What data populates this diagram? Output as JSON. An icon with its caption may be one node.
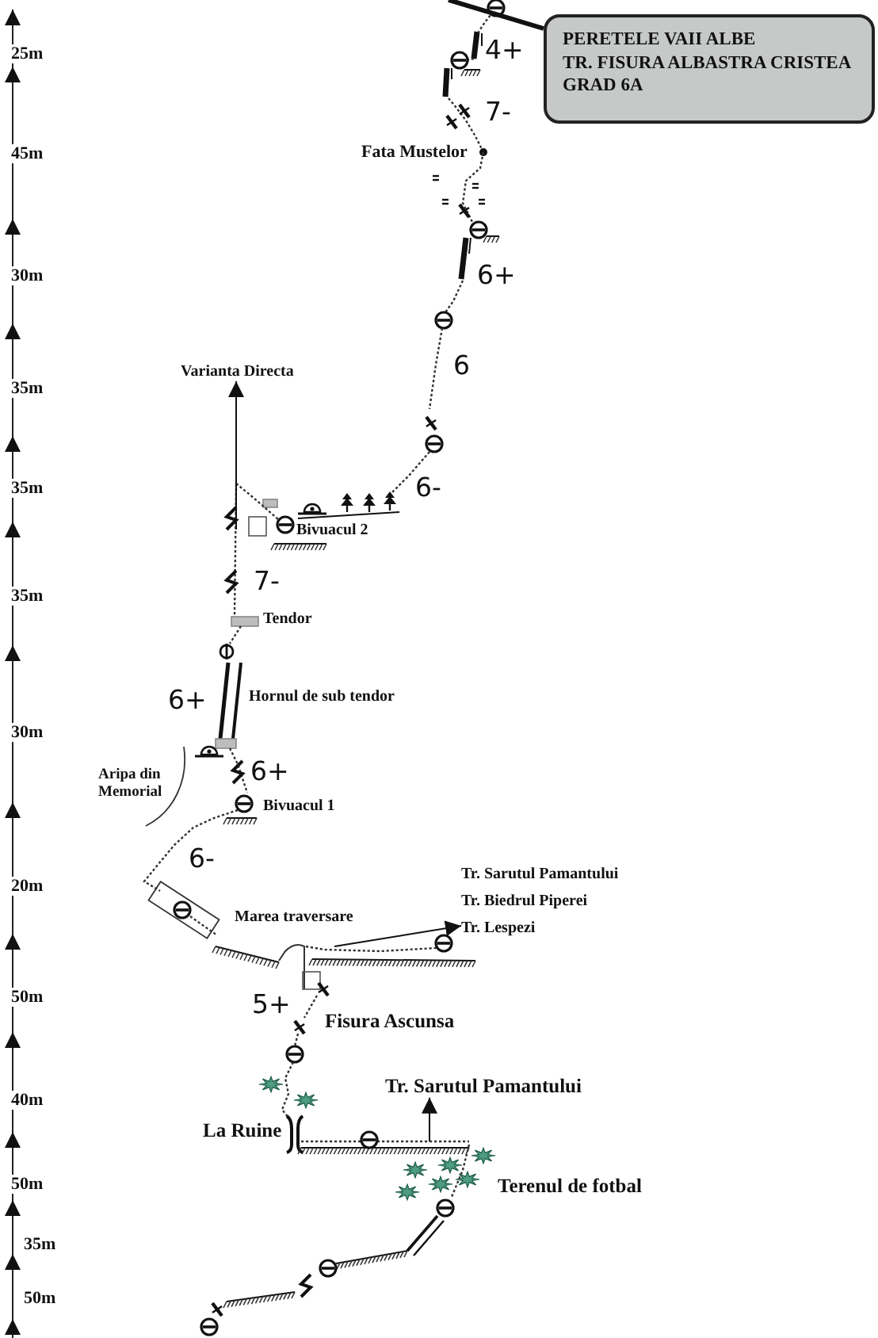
{
  "diagram": {
    "nodes": [
      {
        "text": [
          "PERETELE VAII ALBE",
          "TR. FISURA ALBASTRA CRISTEA",
          "GRAD 6A"
        ]
      },
      {
        "text": [
          "Varianta Directa"
        ]
      },
      {
        "text": [
          "Tr. Sarutul Pamantului",
          "Tr. Biedrul Piperei",
          "Tr. Lespezi"
        ]
      },
      {
        "text": [
          "Tr. Sarutul Pamantului"
        ]
      }
    ],
    "edges": [
      {
        "from": 0,
        "to": null,
        "arrow": "none",
        "style": "thick"
      },
      {
        "from": null,
        "to": 1,
        "arrow": "to"
      },
      {
        "from": null,
        "to": 2,
        "arrow": "to"
      },
      {
        "from": null,
        "to": 3,
        "arrow": "to"
      }
    ],
    "labels": [
      "25m",
      "4+",
      "7-",
      "45m",
      "Fata Mustelor",
      "30m",
      "6+",
      "6",
      "35m",
      "35m",
      "6-",
      "Bivuacul 2",
      "7-",
      "35m",
      "Tendor",
      "6+",
      "Hornul de sub tendor",
      "30m",
      "Aripa din Memorial",
      "6+",
      "Bivuacul 1",
      "6-",
      "20m",
      "Marea traversare",
      "50m",
      "5+",
      "Fisura Ascunsa",
      "40m",
      "La Ruine",
      "50m",
      "Terenul de fotbal",
      "35m",
      "50m"
    ]
  }
}
